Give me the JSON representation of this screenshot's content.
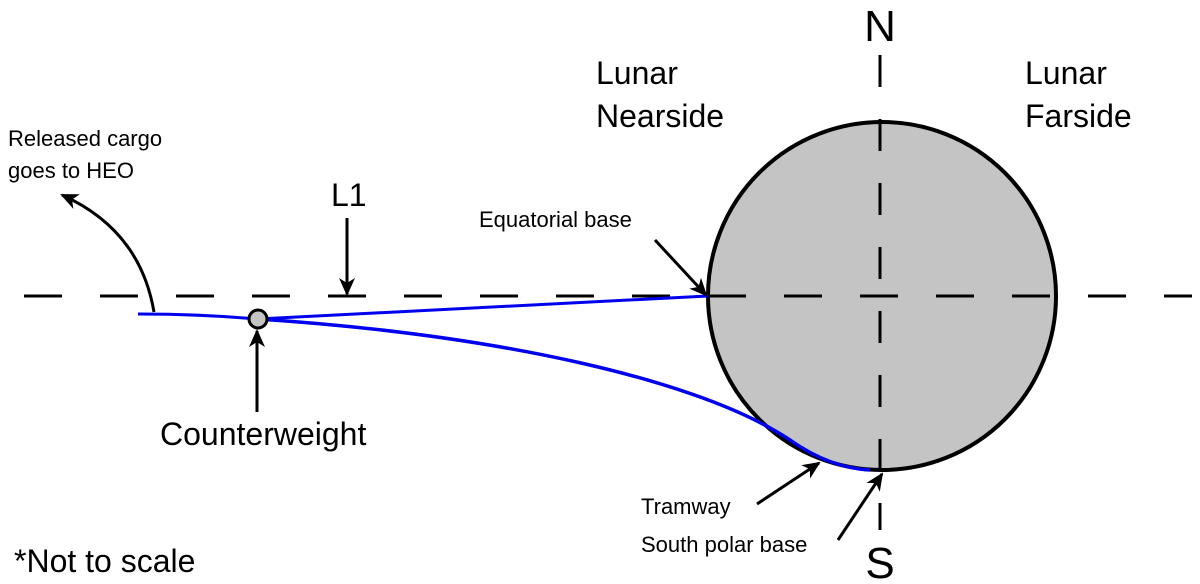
{
  "labels": {
    "north": "N",
    "south": "S",
    "nearside_line1": "Lunar",
    "nearside_line2": "Nearside",
    "farside_line1": "Lunar",
    "farside_line2": "Farside",
    "released_line1": "Released cargo",
    "released_line2": "goes to HEO",
    "l1": "L1",
    "equatorial_base": "Equatorial base",
    "counterweight": "Counterweight",
    "tramway": "Tramway",
    "south_polar_base": "South polar base",
    "not_to_scale": "*Not to scale"
  },
  "colors": {
    "moon_fill": "#c4c4c4",
    "tether": "#0000ee",
    "line": "#000000"
  }
}
